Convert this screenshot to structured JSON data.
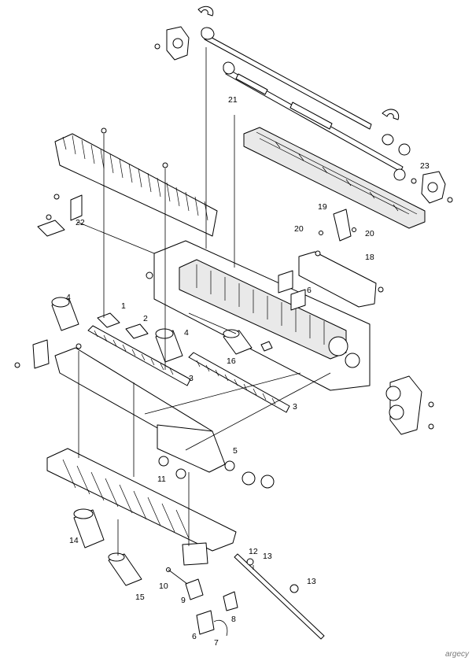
{
  "watermark": "argecy",
  "callouts": [
    "1",
    "2",
    "3",
    "3",
    "4",
    "4",
    "5",
    "6",
    "6",
    "7",
    "8",
    "9",
    "10",
    "11",
    "12",
    "13",
    "13",
    "14",
    "15",
    "16",
    "18",
    "19",
    "20",
    "20",
    "21",
    "22",
    "23"
  ]
}
